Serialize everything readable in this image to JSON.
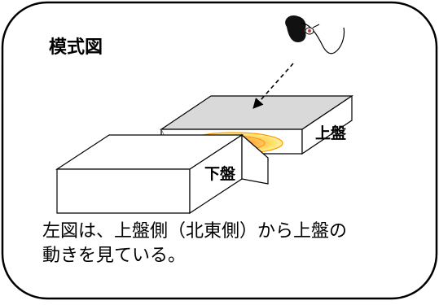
{
  "title": "模式図",
  "labels": {
    "hanging_wall": "上盤",
    "footwall": "下盤"
  },
  "caption": {
    "line1": "左図は、上盤側（北東側）から上盤の",
    "line2": "動きを見ている。"
  },
  "icons": {
    "observer": "eye-observer-icon"
  }
}
